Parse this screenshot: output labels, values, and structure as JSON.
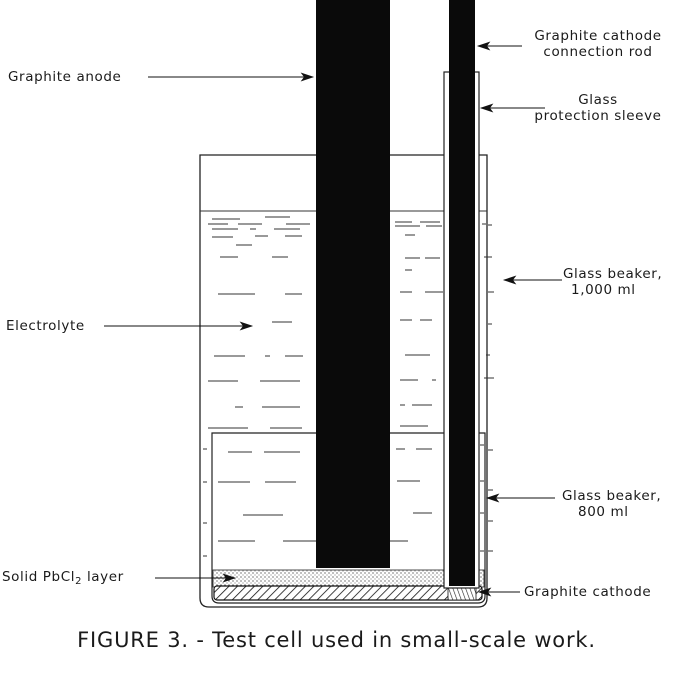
{
  "figure": {
    "caption": "FIGURE 3. - Test cell used in small-scale work.",
    "labels": {
      "graphite_anode": "Graphite anode",
      "cathode_rod_line1": "Graphite cathode",
      "cathode_rod_line2": "connection rod",
      "sleeve_line1": "Glass",
      "sleeve_line2": "protection sleeve",
      "beaker_1000_line1": "Glass beaker,",
      "beaker_1000_line2": "1,000 ml",
      "electrolyte": "Electrolyte",
      "beaker_800_line1": "Glass beaker,",
      "beaker_800_line2": "800 ml",
      "pbcl2_prefix": "Solid PbCl",
      "pbcl2_sub": "2",
      "pbcl2_suffix": " layer",
      "graphite_cathode": "Graphite cathode"
    }
  },
  "colors": {
    "ink": "#111111",
    "graphite": "#0a0a0a",
    "background": "#ffffff"
  }
}
